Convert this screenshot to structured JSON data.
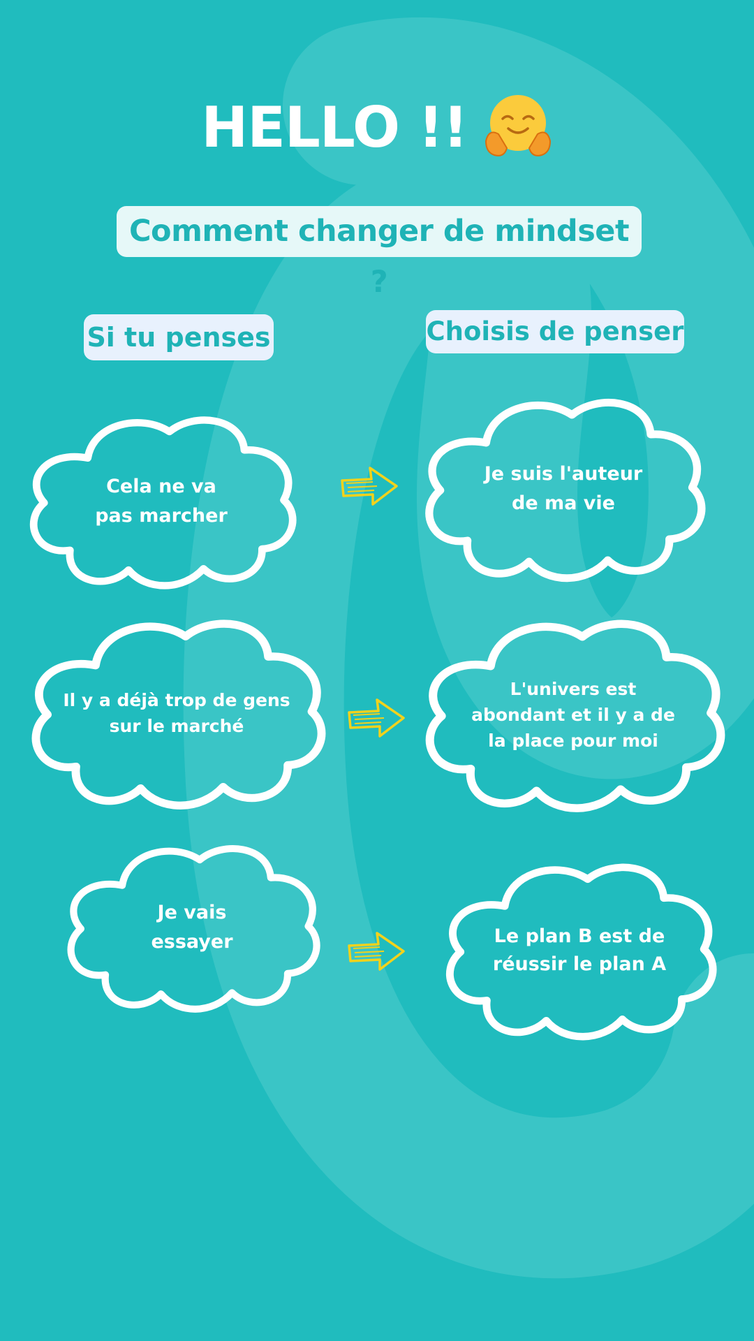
{
  "header": {
    "hello": "HELLO !!",
    "emoji_icon": "hugging-face-emoji"
  },
  "subtitle": "Comment changer de mindset ?",
  "columns": {
    "left_title": "Si tu penses",
    "right_title": "Choisis de penser"
  },
  "rows": [
    {
      "thought": "Cela ne va\npas marcher",
      "reframe": "Je suis l'auteur\nde ma vie"
    },
    {
      "thought": "Il y a déjà trop de gens\nsur le marché",
      "reframe": "L'univers est\nabondant et il y a de\nla place pour moi"
    },
    {
      "thought": "Je vais\nessayer",
      "reframe": "Le plan B est de\nréussir le plan A"
    }
  ],
  "icons": {
    "arrow": "arrow-right-icon",
    "cloud": "cloud-outline"
  },
  "colors": {
    "background": "#20bcbe",
    "swirl": "#3fc7c8",
    "cloud_stroke": "#ffffff",
    "arrow": "#f2d21c",
    "pill_text": "#1fb3b6"
  }
}
